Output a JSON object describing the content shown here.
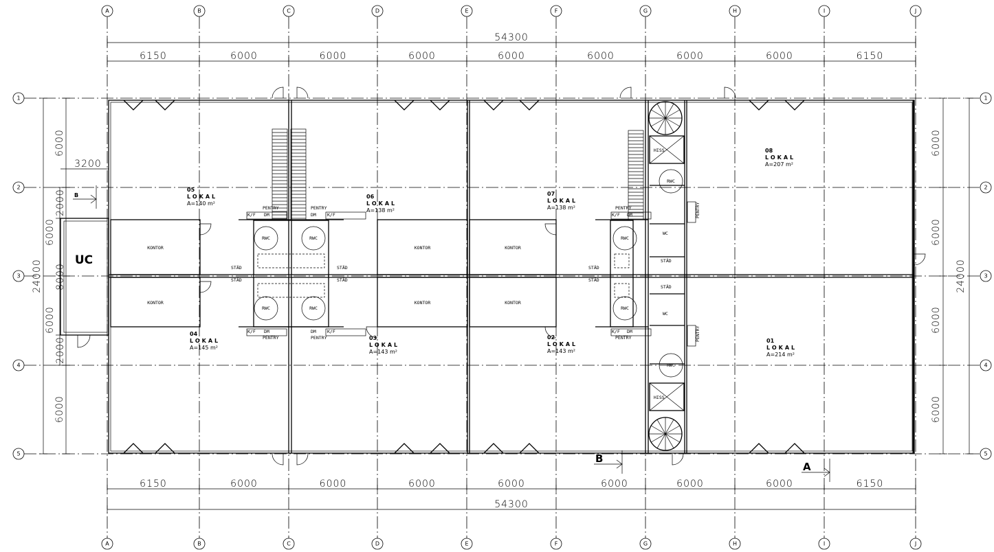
{
  "grid": {
    "columns": [
      "A",
      "B",
      "C",
      "D",
      "E",
      "F",
      "G",
      "H",
      "I",
      "J"
    ],
    "rows": [
      "1",
      "2",
      "3",
      "4",
      "5"
    ]
  },
  "dimensions": {
    "overall_top": "54300",
    "overall_bottom": "54300",
    "top_spans": [
      "6150",
      "6000",
      "6000",
      "6000",
      "6000",
      "6000",
      "6000",
      "6000",
      "6150"
    ],
    "bottom_spans": [
      "6150",
      "6000",
      "6000",
      "6000",
      "6000",
      "6000",
      "6000",
      "6000",
      "6150"
    ],
    "left_total": "24000",
    "left_spans": [
      "6000",
      "6000",
      "6000",
      "6000"
    ],
    "uc_width": "3200",
    "uc_spans": [
      "2000",
      "8000",
      "2000"
    ],
    "right_total": "24000",
    "right_spans": [
      "6000",
      "6000",
      "6000",
      "6000"
    ]
  },
  "units": [
    {
      "number": "05",
      "label": "LOKAL",
      "area": "A=140 m²"
    },
    {
      "number": "06",
      "label": "LOKAL",
      "area": "A=138 m²"
    },
    {
      "number": "07",
      "label": "LOKAL",
      "area": "A=138 m²"
    },
    {
      "number": "08",
      "label": "LOKAL",
      "area": "A=207 m²"
    },
    {
      "number": "04",
      "label": "LOKAL",
      "area": "A=145 m²"
    },
    {
      "number": "03",
      "label": "LOKAL",
      "area": "A=143 m²"
    },
    {
      "number": "02",
      "label": "LOKAL",
      "area": "A=143 m²"
    },
    {
      "number": "01",
      "label": "LOKAL",
      "area": "A=214 m²"
    }
  ],
  "labels": {
    "kontor": "KONTOR",
    "pentry": "PENTRY",
    "kf": "K/F",
    "dm": "DM",
    "rwc": "RWC",
    "stad": "STÄD",
    "wc": "WC",
    "hiss": "HISS",
    "uc": "UC"
  },
  "sections": {
    "b": "B",
    "a": "A"
  }
}
